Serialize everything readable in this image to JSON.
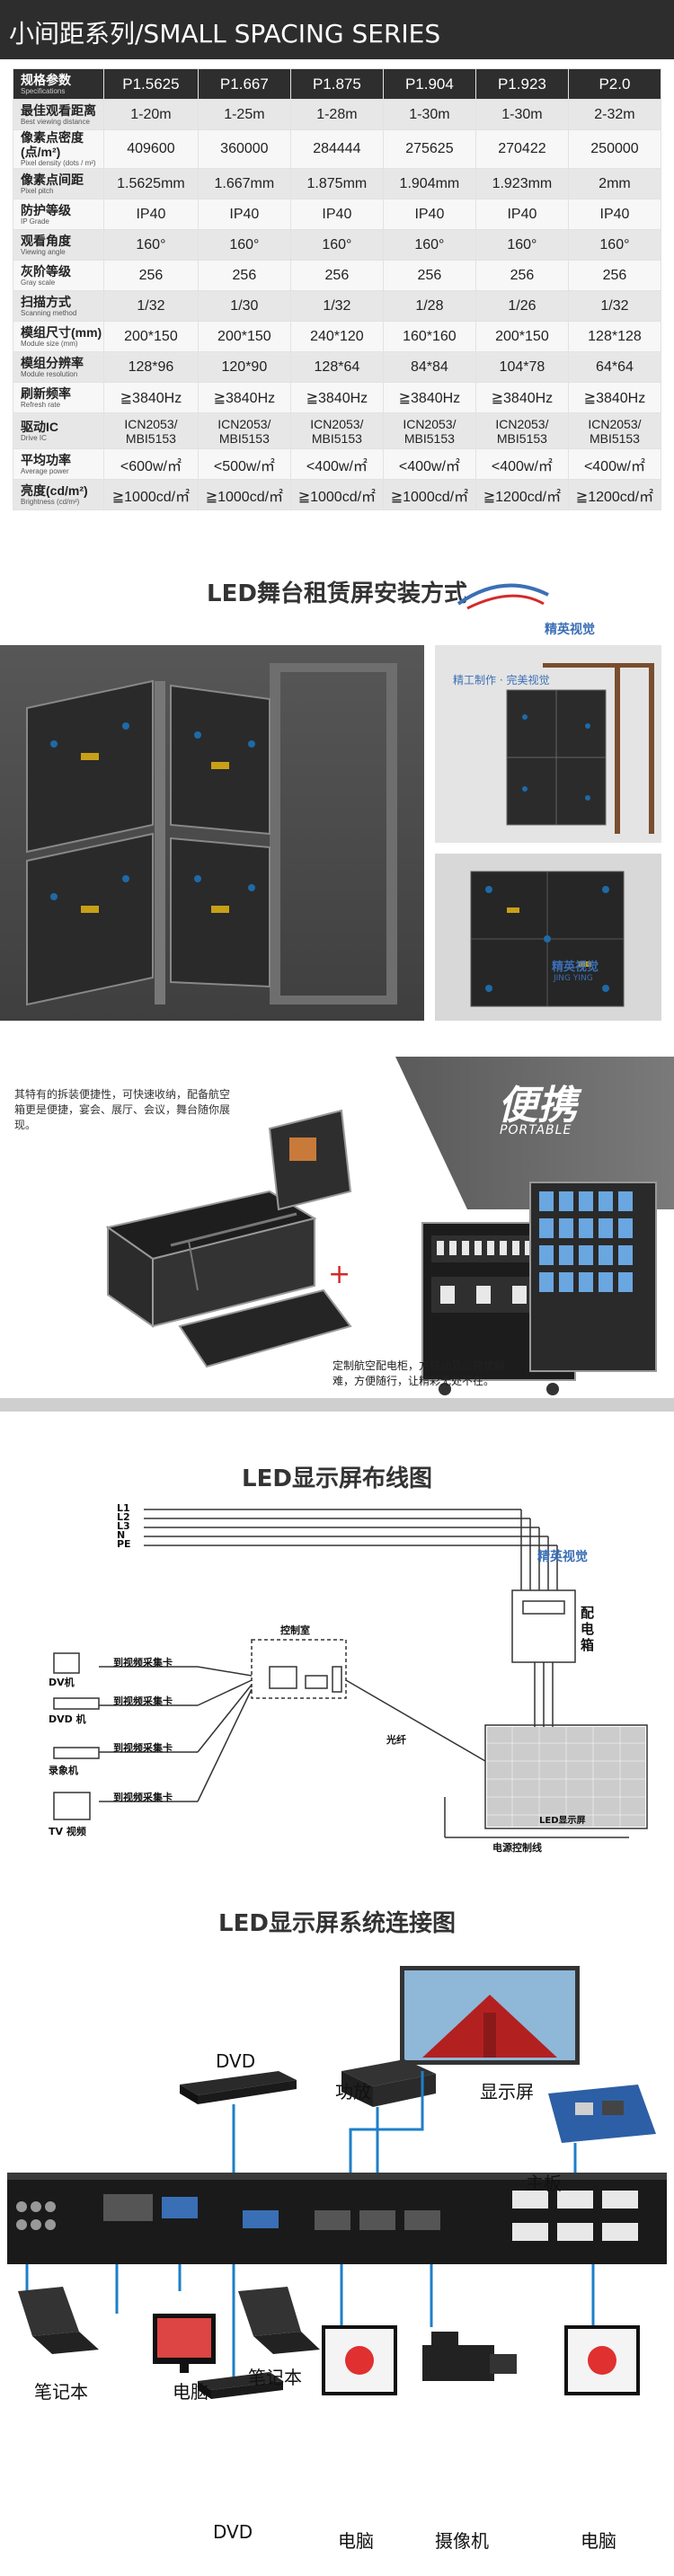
{
  "header": {
    "title": "小间距系列/SMALL SPACING SERIES"
  },
  "spec_table": {
    "header": {
      "cn": "规格参数",
      "en": "Specifications",
      "models": [
        "P1.5625",
        "P1.667",
        "P1.875",
        "P1.904",
        "P1.923",
        "P2.0"
      ]
    },
    "rows": [
      {
        "cn": "最佳观看距离",
        "en": "Best viewing distance",
        "values": [
          "1-20m",
          "1-25m",
          "1-28m",
          "1-30m",
          "1-30m",
          "2-32m"
        ]
      },
      {
        "cn": "像素点密度(点/m²)",
        "en": "Pixel density (dots / m²)",
        "values": [
          "409600",
          "360000",
          "284444",
          "275625",
          "270422",
          "250000"
        ]
      },
      {
        "cn": "像素点间距",
        "en": "Pixel pitch",
        "values": [
          "1.5625mm",
          "1.667mm",
          "1.875mm",
          "1.904mm",
          "1.923mm",
          "2mm"
        ]
      },
      {
        "cn": "防护等级",
        "en": "IP Grade",
        "values": [
          "IP40",
          "IP40",
          "IP40",
          "IP40",
          "IP40",
          "IP40"
        ]
      },
      {
        "cn": "观看角度",
        "en": "Viewing angle",
        "values": [
          "160°",
          "160°",
          "160°",
          "160°",
          "160°",
          "160°"
        ]
      },
      {
        "cn": "灰阶等级",
        "en": "Gray scale",
        "values": [
          "256",
          "256",
          "256",
          "256",
          "256",
          "256"
        ]
      },
      {
        "cn": "扫描方式",
        "en": "Scanning method",
        "values": [
          "1/32",
          "1/30",
          "1/32",
          "1/28",
          "1/26",
          "1/32"
        ]
      },
      {
        "cn": "模组尺寸(mm)",
        "en": "Module size (mm)",
        "values": [
          "200*150",
          "200*150",
          "240*120",
          "160*160",
          "200*150",
          "128*128"
        ]
      },
      {
        "cn": "模组分辨率",
        "en": "Module resolution",
        "values": [
          "128*96",
          "120*90",
          "128*64",
          "84*84",
          "104*78",
          "64*64"
        ]
      },
      {
        "cn": "刷新频率",
        "en": "Refresh rate",
        "values": [
          "≧3840Hz",
          "≧3840Hz",
          "≧3840Hz",
          "≧3840Hz",
          "≧3840Hz",
          "≧3840Hz"
        ]
      },
      {
        "cn": "驱动IC",
        "en": "Drive IC",
        "values": [
          "ICN2053/ MBI5153",
          "ICN2053/ MBI5153",
          "ICN2053/ MBI5153",
          "ICN2053/ MBI5153",
          "ICN2053/ MBI5153",
          "ICN2053/ MBI5153"
        ]
      },
      {
        "cn": "平均功率",
        "en": "Average power",
        "values": [
          "<600w/㎡",
          "<500w/㎡",
          "<400w/㎡",
          "<400w/㎡",
          "<400w/㎡",
          "<400w/㎡"
        ]
      },
      {
        "cn": "亮度(cd/m²)",
        "en": "Brightness (cd/m²)",
        "values": [
          "≧1000cd/㎡",
          "≧1000cd/㎡",
          "≧1000cd/㎡",
          "≧1000cd/㎡",
          "≧1200cd/㎡",
          "≧1200cd/㎡"
        ]
      }
    ]
  },
  "install_section": {
    "title": "LED舞台租赁屏安装方式",
    "watermark_cn": "精英视觉",
    "watermark_small": "精工制作 · 完美视觉",
    "watermark_pinyin": "JING YING"
  },
  "portable_section": {
    "title": "便携",
    "subtitle": "PORTABLE",
    "intro": "其特有的拆装便捷性，可快速收纳，配备航空箱更是便捷，宴会、展厅、会议，舞台随你展现。",
    "note": "定制航空配电柜，方移动显示排忧解难，方便随行，让精彩无处不在。"
  },
  "wiring_section": {
    "title": "LED显示屏布线图",
    "phase_labels": [
      "L1",
      "L2",
      "L3",
      "N",
      "PE"
    ],
    "device_labels": [
      "DV机",
      "DVD 机",
      "录象机",
      "TV 视频"
    ],
    "capture_labels": [
      "到视频采集卡",
      "到视频采集卡",
      "到视频采集卡",
      "到视频采集卡"
    ],
    "control_room": "控制室",
    "fiber": "光纤",
    "distribution_box": "配电箱",
    "display_label": "LED显示屏",
    "power_line": "电源控制线"
  },
  "system_section": {
    "title": "LED显示屏系统连接图",
    "labels": {
      "display": "显示屏",
      "amplifier": "功放",
      "dvd_top": "DVD",
      "mainboard": "主板",
      "laptop_left": "笔记本",
      "pc_left": "电脑",
      "laptop_mid": "笔记本",
      "dvd_bottom": "DVD",
      "pc_mid": "电脑",
      "camera": "摄像机",
      "pc_right": "电脑"
    }
  }
}
